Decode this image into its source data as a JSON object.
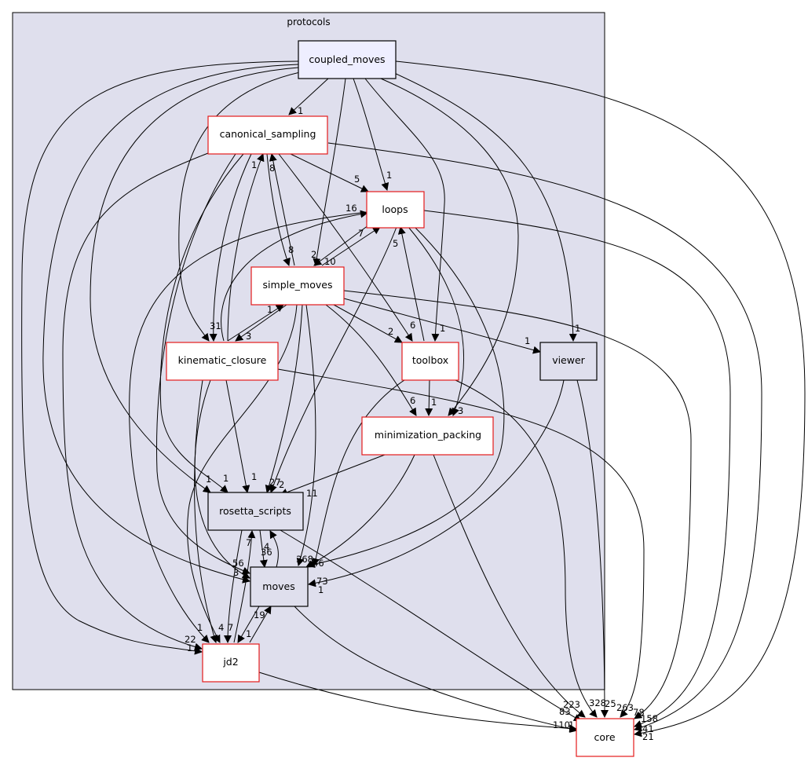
{
  "cluster": {
    "title": "protocols",
    "fill": "#dfdfed"
  },
  "colors": {
    "red_border": "#e41a1c",
    "dark_border": "#000000",
    "highlight_fill": "#eeeeff",
    "white_fill": "#ffffff",
    "gray_fill": "#dfdfed"
  },
  "nodes": [
    {
      "id": "coupled_moves",
      "label": "coupled_moves",
      "style": "highlight"
    },
    {
      "id": "canonical_sampling",
      "label": "canonical_sampling",
      "style": "red"
    },
    {
      "id": "loops",
      "label": "loops",
      "style": "red"
    },
    {
      "id": "simple_moves",
      "label": "simple_moves",
      "style": "red"
    },
    {
      "id": "kinematic_closure",
      "label": "kinematic_closure",
      "style": "red"
    },
    {
      "id": "toolbox",
      "label": "toolbox",
      "style": "red"
    },
    {
      "id": "viewer",
      "label": "viewer",
      "style": "gray"
    },
    {
      "id": "minimization_packing",
      "label": "minimization_packing",
      "style": "red"
    },
    {
      "id": "rosetta_scripts",
      "label": "rosetta_scripts",
      "style": "gray"
    },
    {
      "id": "moves",
      "label": "moves",
      "style": "gray"
    },
    {
      "id": "jd2",
      "label": "jd2",
      "style": "red"
    },
    {
      "id": "core",
      "label": "core",
      "style": "red"
    }
  ],
  "edge_labels": [
    "1",
    "8",
    "1",
    "5",
    "1",
    "16",
    "7",
    "5",
    "8",
    "2",
    "10",
    "1",
    "3",
    "31",
    "2",
    "6",
    "1",
    "1",
    "1",
    "6",
    "1",
    "3",
    "1",
    "1",
    "1",
    "27",
    "2",
    "11",
    "7",
    "4",
    "36",
    "56",
    "3",
    "368",
    "46",
    "73",
    "1",
    "19",
    "1",
    "4",
    "7",
    "1",
    "22",
    "1",
    "223",
    "328",
    "25",
    "263",
    "78",
    "158",
    "41",
    "21",
    "83",
    "110",
    "1"
  ]
}
